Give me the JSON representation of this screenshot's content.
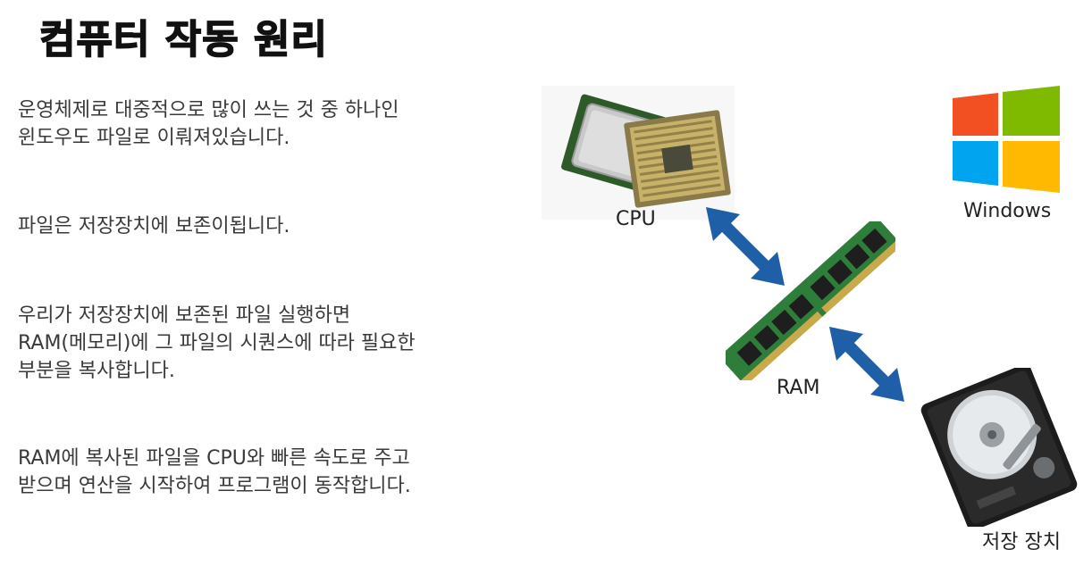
{
  "slide": {
    "title": "컴퓨터 작동 원리",
    "paragraphs": [
      [
        "운영체제로 대중적으로 많이 쓰는 것 중 하나인",
        "윈도우도 파일로 이뤄져있습니다."
      ],
      [
        "파일은 저장장치에 보존이됩니다."
      ],
      [
        "우리가 저장장치에 보존된 파일 실행하면",
        "RAM(메모리)에 그 파일의 시퀀스에 따라 필요한",
        "부분을 복사합니다."
      ],
      [
        "RAM에 복사된 파일을 CPU와 빠른 속도로 주고",
        "받으며 연산을 시작하여 프로그램이 동작합니다."
      ]
    ]
  },
  "diagram": {
    "cpu_label": "CPU",
    "ram_label": "RAM",
    "windows_label": "Windows",
    "storage_label": "저장 장치",
    "arrow_color": "#1e5fa8",
    "windows_colors": [
      "#f25022",
      "#7fba00",
      "#00a4ef",
      "#ffb900"
    ]
  }
}
